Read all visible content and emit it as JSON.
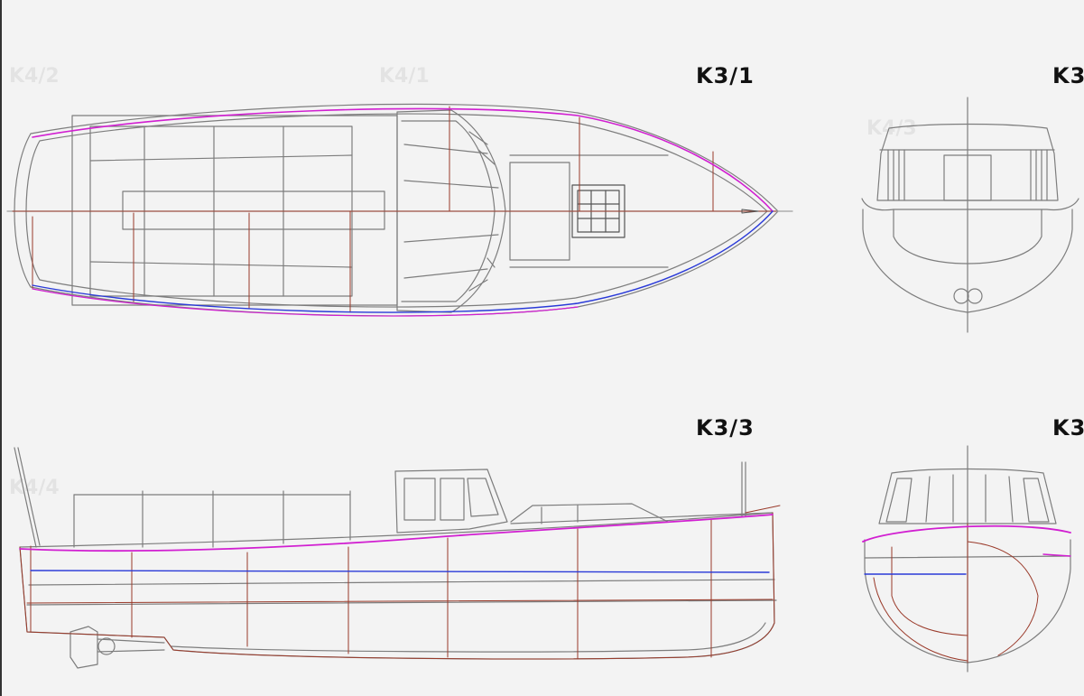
{
  "labels": {
    "top_view": "K3/1",
    "front_view_top": "K3",
    "side_view": "K3/3",
    "front_view_bottom": "K3"
  },
  "colors": {
    "background": "#f3f3f3",
    "grey_line": "#7d7d7d",
    "red_line": "#9a3a2a",
    "magenta_line": "#d11fd1",
    "blue_line": "#2a3ad8"
  }
}
